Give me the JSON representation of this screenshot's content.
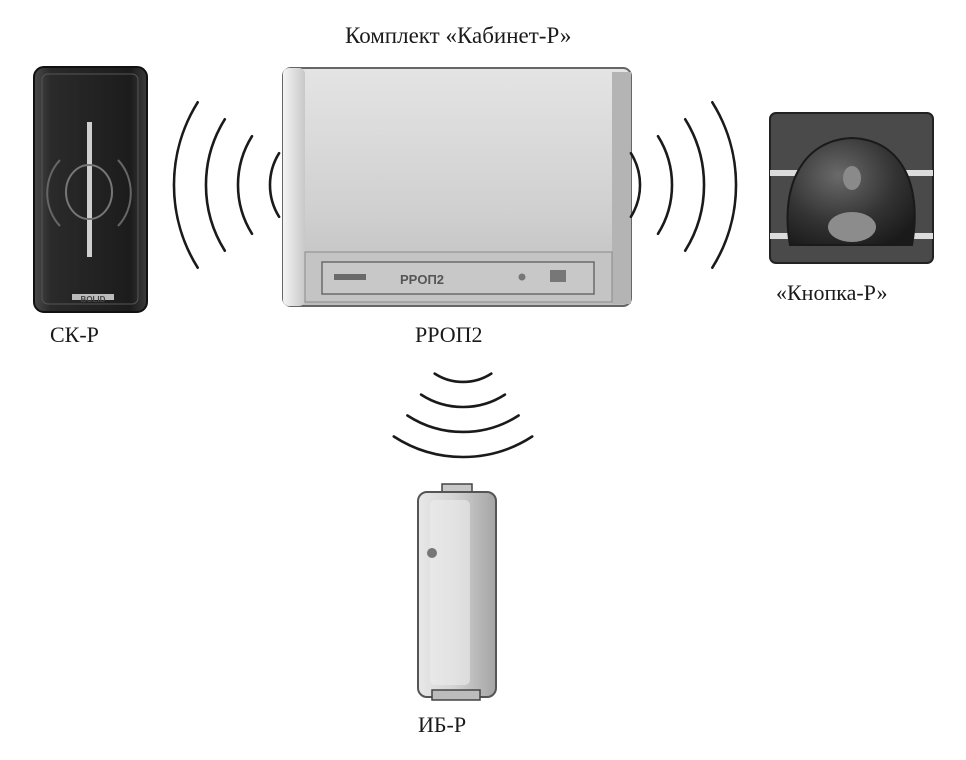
{
  "title": "Комплект «Кабинет-Р»",
  "devices": {
    "reader": {
      "label": "СК-Р",
      "icon": "card-reader-icon",
      "badge": "BOLID"
    },
    "hub": {
      "label": "РРОП2",
      "icon": "receiver-hub-icon",
      "panel_text": "PPOП2"
    },
    "button": {
      "label": "«Кнопка-Р»",
      "icon": "panic-button-icon"
    },
    "fob": {
      "label": "ИБ-Р",
      "icon": "key-fob-icon"
    }
  },
  "links": [
    "reader-hub",
    "hub-button",
    "hub-fob"
  ],
  "colors": {
    "wave": "#1a1a1a",
    "device_dark": "#222222",
    "device_light": "#d6d6d6"
  }
}
